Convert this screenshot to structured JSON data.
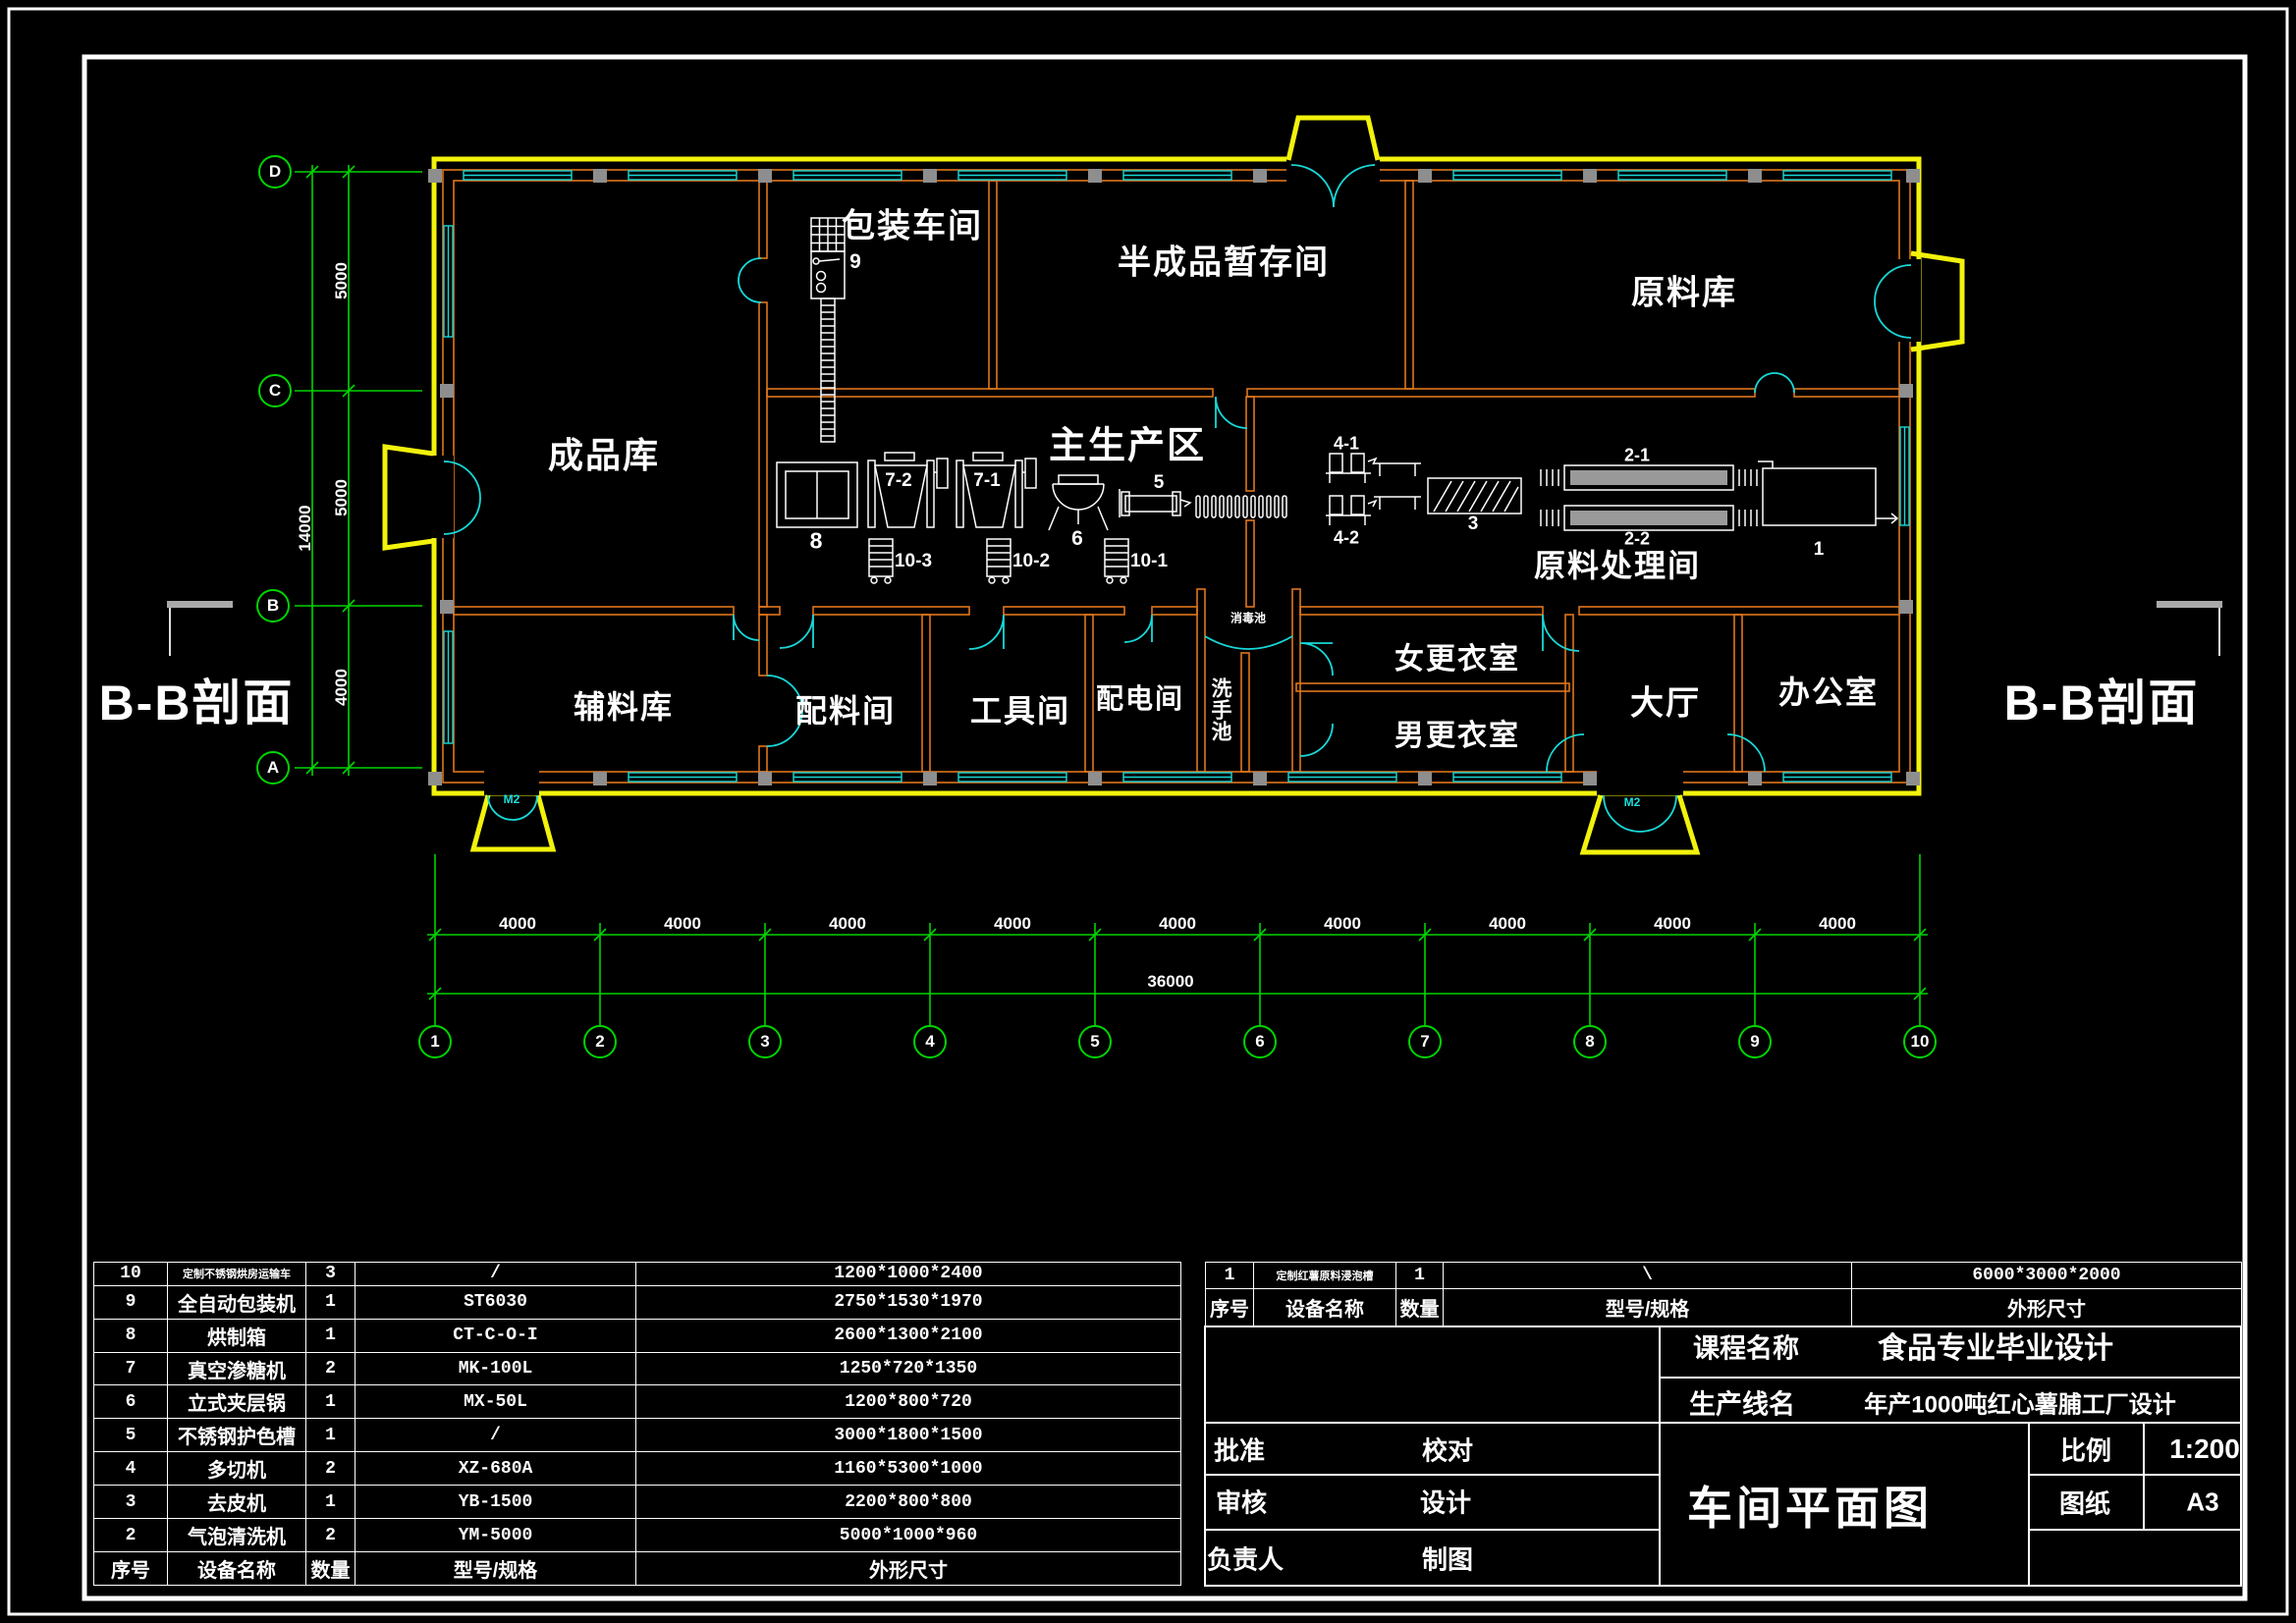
{
  "drawing": {
    "rooms": {
      "finished_store": "成品库",
      "packaging": "包装车间",
      "semi_store": "半成品暂存间",
      "raw_store": "原料库",
      "main_production": "主生产区",
      "raw_processing": "原料处理间",
      "aux_store": "辅料库",
      "ingredient": "配料间",
      "tool": "工具间",
      "power": "配电间",
      "women_dressing": "女更衣室",
      "men_dressing": "男更衣室",
      "hall": "大厅",
      "office": "办公室",
      "disinfect_pool": "消毒池",
      "wash_basin": "洗手池"
    },
    "door_label": "M2",
    "section_label": "B-B剖面",
    "equipment_tags": {
      "e9": "9",
      "e8": "8",
      "e72": "7-2",
      "e71": "7-1",
      "e6": "6",
      "e5": "5",
      "e103": "10-3",
      "e102": "10-2",
      "e101": "10-1",
      "e41": "4-1",
      "e42": "4-2",
      "e3": "3",
      "e21": "2-1",
      "e22": "2-2",
      "e1": "1"
    }
  },
  "grid": {
    "rows": [
      "D",
      "C",
      "B",
      "A"
    ],
    "cols": [
      "1",
      "2",
      "3",
      "4",
      "5",
      "6",
      "7",
      "8",
      "9",
      "10"
    ]
  },
  "dims": {
    "bay": "4000",
    "total_w": "36000",
    "dc": "5000",
    "cb": "5000",
    "ba": "4000",
    "total_h": "14000"
  },
  "equipment_table": {
    "headers": [
      "序号",
      "设备名称",
      "数量",
      "型号/规格",
      "外形尺寸"
    ],
    "rows": [
      [
        "10",
        "定制不锈钢烘房运输车",
        "3",
        "/",
        "1200*1000*2400"
      ],
      [
        "9",
        "全自动包装机",
        "1",
        "ST6030",
        "2750*1530*1970"
      ],
      [
        "8",
        "烘制箱",
        "1",
        "CT-C-O-I",
        "2600*1300*2100"
      ],
      [
        "7",
        "真空渗糖机",
        "2",
        "MK-100L",
        "1250*720*1350"
      ],
      [
        "6",
        "立式夹层锅",
        "1",
        "MX-50L",
        "1200*800*720"
      ],
      [
        "5",
        "不锈钢护色槽",
        "1",
        "/",
        "3000*1800*1500"
      ],
      [
        "4",
        "多切机",
        "2",
        "XZ-680A",
        "1160*5300*1000"
      ],
      [
        "3",
        "去皮机",
        "1",
        "YB-1500",
        "2200*800*800"
      ],
      [
        "2",
        "气泡清洗机",
        "2",
        "YM-5000",
        "5000*1000*960"
      ]
    ]
  },
  "right_table": {
    "headers": [
      "序号",
      "设备名称",
      "数量",
      "型号/规格",
      "外形尺寸"
    ],
    "rows": [
      [
        "1",
        "定制红薯原料浸泡槽",
        "1",
        "\\",
        "6000*3000*2000"
      ]
    ]
  },
  "title_block": {
    "course_label": "课程名称",
    "course": "食品专业毕业设计",
    "line_label": "生产线名",
    "line": "年产1000吨红心薯脯工厂设计",
    "approve": "批准",
    "proof": "校对",
    "review": "审核",
    "design": "设计",
    "responsible": "负责人",
    "draft": "制图",
    "drawing_title": "车间平面图",
    "scale_label": "比例",
    "scale": "1:200",
    "sheet_label": "图纸",
    "sheet": "A3"
  },
  "colors": {
    "wall_outer": "#f2f20c",
    "wall_inner": "#e0761c",
    "window": "#18d8d8",
    "grid_dim": "#00d400",
    "column": "#8e8e8e",
    "text": "#ffffff"
  }
}
